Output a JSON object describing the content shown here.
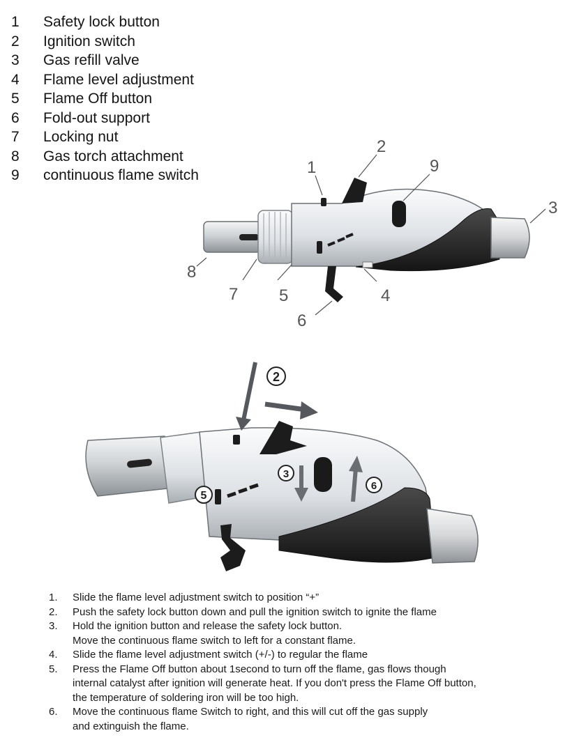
{
  "parts": [
    {
      "num": "1",
      "label": "Safety lock button"
    },
    {
      "num": "2",
      "label": "Ignition switch"
    },
    {
      "num": "3",
      "label": "Gas refill valve"
    },
    {
      "num": "4",
      "label": "Flame level adjustment"
    },
    {
      "num": "5",
      "label": "Flame Off button"
    },
    {
      "num": "6",
      "label": "Fold-out support"
    },
    {
      "num": "7",
      "label": "Locking nut"
    },
    {
      "num": "8",
      "label": "Gas torch attachment"
    },
    {
      "num": "9",
      "label": "continuous flame switch"
    }
  ],
  "callouts_top": [
    "1",
    "2",
    "3",
    "4",
    "5",
    "6",
    "7",
    "8",
    "9"
  ],
  "callouts_bottom": [
    "2",
    "3",
    "5",
    "6"
  ],
  "steps": [
    {
      "num": "1.",
      "lines": [
        "Slide the flame level adjustment switch to position “+”"
      ]
    },
    {
      "num": "2.",
      "lines": [
        "Push the safety lock button down and pull the ignition switch to ignite the flame"
      ]
    },
    {
      "num": "3.",
      "lines": [
        "Hold the ignition button and release the safety lock button.",
        "Move the continuous flame switch to left for a constant flame."
      ]
    },
    {
      "num": "4.",
      "lines": [
        "Slide the flame level adjustment switch (+/-) to regular the flame"
      ]
    },
    {
      "num": "5.",
      "lines": [
        "Press the Flame Off button about 1second to turn off the flame, gas flows though",
        "internal catalyst after ignition will generate heat. If you don't press the Flame Off button,",
        "the temperature of soldering iron will be too high."
      ]
    },
    {
      "num": "6.",
      "lines": [
        "Move the continuous flame Switch to right, and this will cut off the gas supply",
        "and extinguish the flame."
      ]
    }
  ],
  "colors": {
    "body_light": "#e9ecef",
    "grip_dark": "#2b2b2b",
    "arrow": "#55595e",
    "text": "#141414"
  }
}
